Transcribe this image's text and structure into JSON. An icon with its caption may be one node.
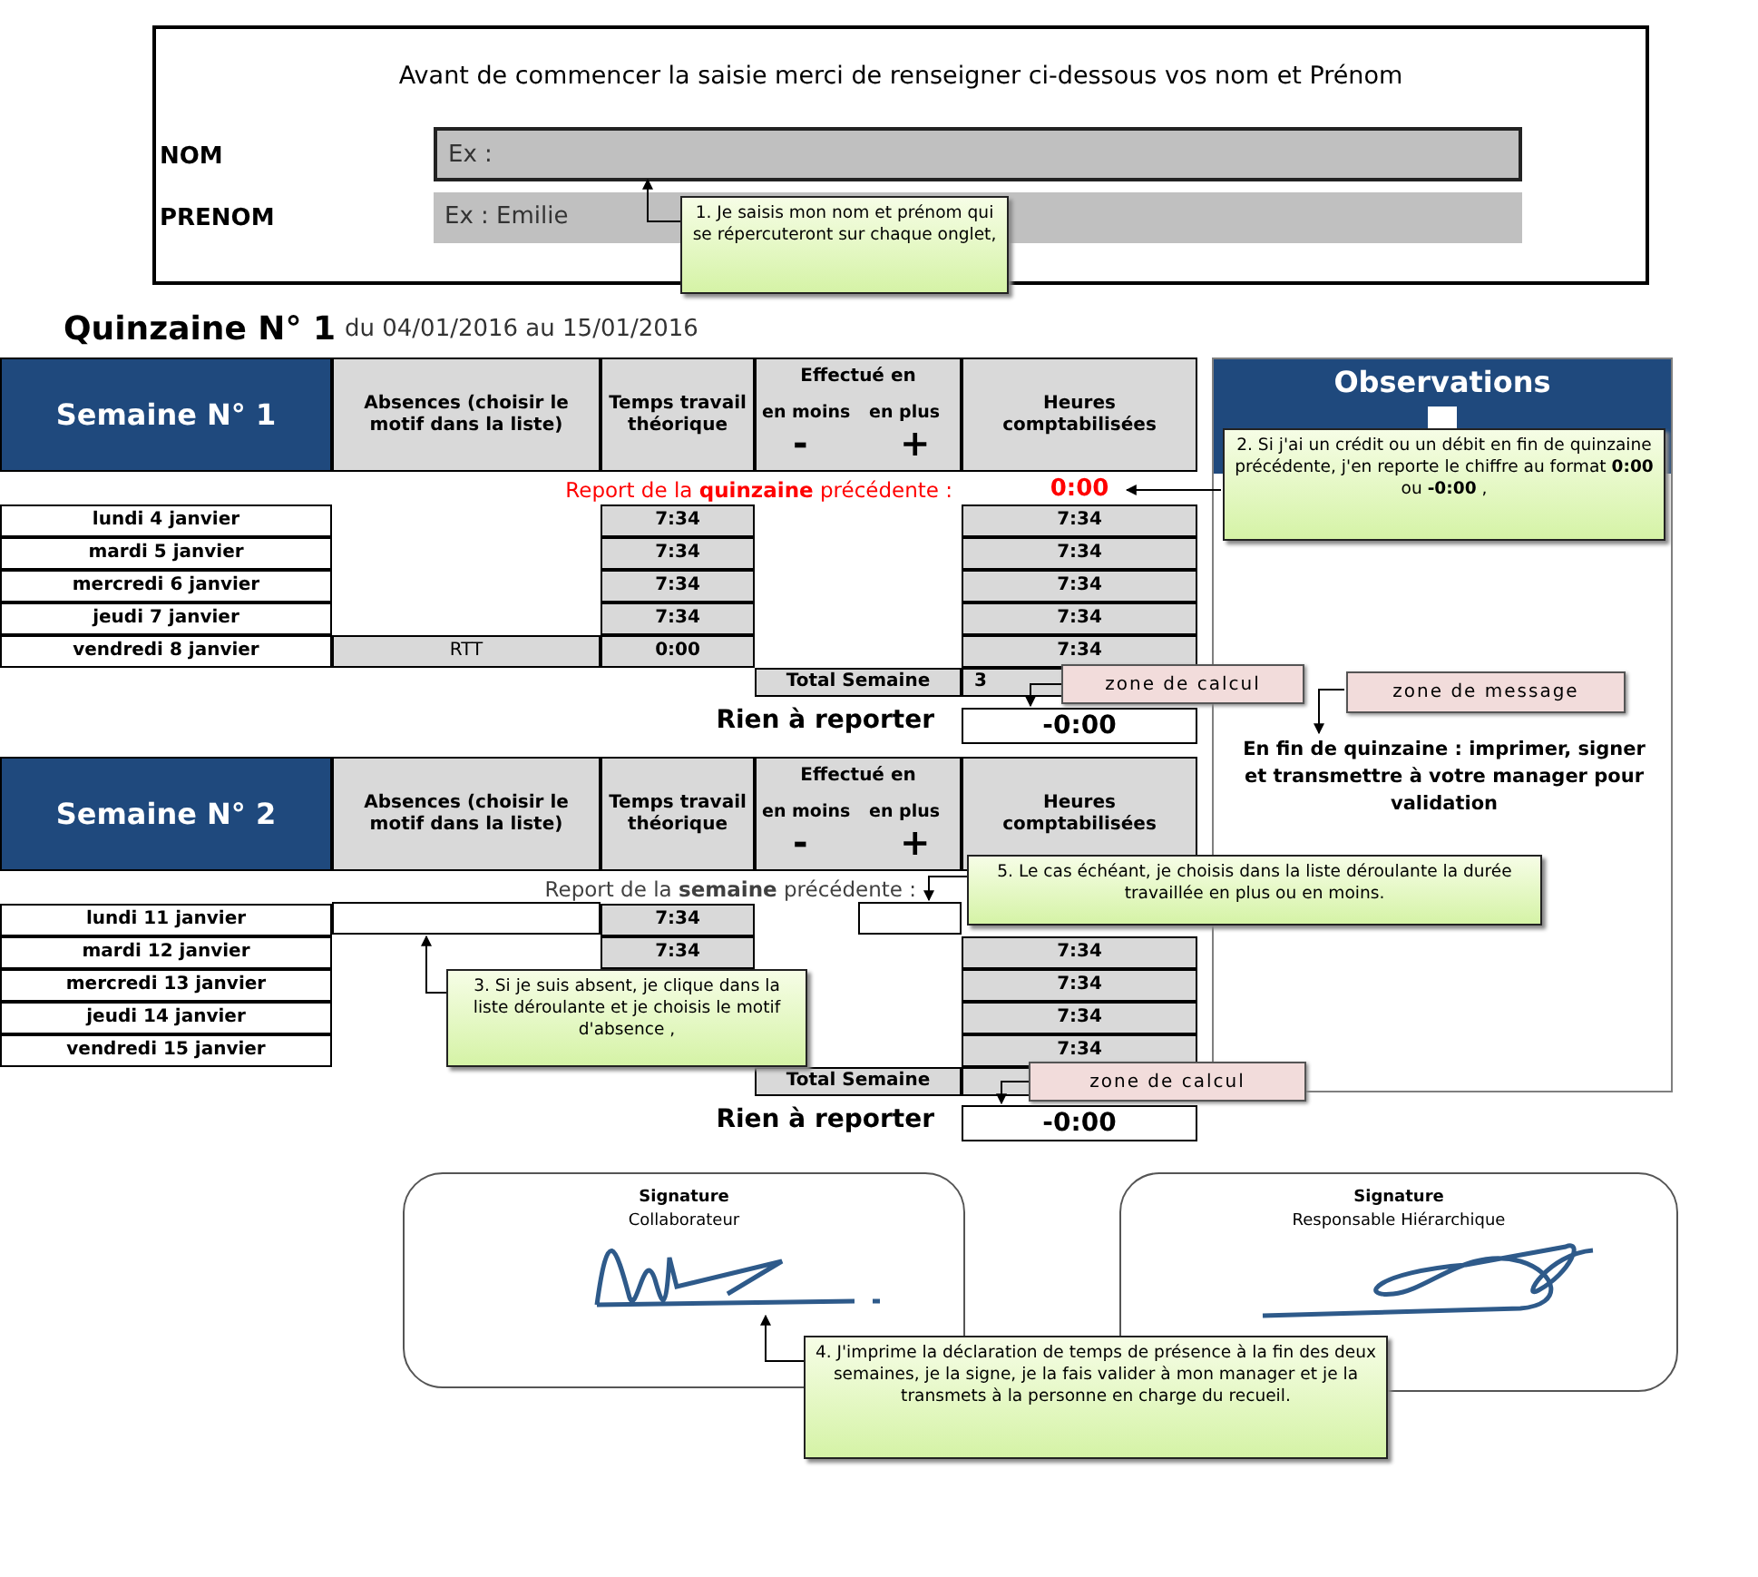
{
  "diagram": {
    "nodes": [
      {
        "text": [
          "Avant de commencer la saisie merci de renseigner ci-dessous vos nom et Prénom"
        ]
      },
      {
        "text": [
          "Ex :"
        ],
        "in": 0
      },
      {
        "text": [
          "Ex : Emilie"
        ],
        "in": 0
      },
      {
        "text": [
          "1. Je saisis mon nom et prénom qui se répercuteront sur chaque onglet,"
        ]
      },
      {
        "text": [
          "0:00"
        ]
      },
      {
        "text": [
          "2. Si j'ai un crédit ou un débit en fin de quinzaine précédente, j'en reporte le chiffre au format **0:00** ou **-0:00** ,"
        ],
        "in": 8
      },
      {
        "text": [
          "-0:00"
        ]
      },
      {
        "text": [
          "zone de calcul"
        ]
      },
      {
        "text": [
          "Observations"
        ]
      },
      {
        "text": [
          "En fin de quinzaine : imprimer, signer et transmettre à votre manager pour validation"
        ],
        "in": 8
      },
      {
        "text": [
          "zone de message"
        ],
        "in": 8
      },
      {
        "text": [],
        "shape": "box"
      },
      {
        "text": [],
        "shape": "box"
      },
      {
        "text": [
          "3. Si je suis absent, je clique dans la liste déroulante et je choisis le motif d'absence ,"
        ]
      },
      {
        "text": [
          "5. Le cas échéant, je choisis dans la liste déroulante la durée travaillée en plus ou en moins."
        ]
      },
      {
        "text": [
          "-0:00"
        ]
      },
      {
        "text": [
          "zone de calcul"
        ]
      },
      {
        "text": [
          "Signature",
          "Collaborateur"
        ]
      },
      {
        "text": [],
        "shape": "picture",
        "in": 17
      },
      {
        "text": [
          "Signature",
          "Responsable Hiérarchique"
        ]
      },
      {
        "text": [
          "4. J'imprime la déclaration de temps de présence à la fin des deux semaines, je la signe, je la fais valider à mon manager et je la transmets à la personne en charge du recueil."
        ]
      }
    ],
    "edges": [
      {
        "from": 3,
        "to": 1,
        "arrow": "to"
      },
      {
        "from": 5,
        "to": 4,
        "arrow": "to"
      },
      {
        "from": 7,
        "to": 6,
        "arrow": "to"
      },
      {
        "from": 10,
        "to": 9,
        "arrow": "to"
      },
      {
        "from": 13,
        "to": 11,
        "arrow": "to"
      },
      {
        "from": 14,
        "to": 12,
        "arrow": "to"
      },
      {
        "from": 16,
        "to": 15,
        "arrow": "to"
      },
      {
        "from": 20,
        "to": 18,
        "arrow": "to"
      }
    ],
    "labels": [
      "NOM",
      "PRENOM",
      "Quinzaine N° 1",
      "du 04/01/2016 au 15/01/2016",
      "Semaine N° 1",
      "Absences (choisir le motif dans la liste)",
      "Temps travail théorique",
      "Effectué en",
      "en moins",
      "en plus",
      "-",
      "+",
      "Heures comptabilisées",
      "Report de la **quinzaine** précédente :",
      "lundi 4 janvier",
      "7:34",
      "7:34",
      "mardi 5 janvier",
      "7:34",
      "7:34",
      "mercredi 6 janvier",
      "7:34",
      "7:34",
      "jeudi 7 janvier",
      "7:34",
      "7:34",
      "vendredi 8 janvier",
      "RTT",
      "0:00",
      "7:34",
      "Total Semaine",
      "3",
      "Rien à reporter",
      "Semaine N° 2",
      "Absences (choisir le motif dans la liste)",
      "Temps travail théorique",
      "Effectué en",
      "en moins",
      "en plus",
      "-",
      "+",
      "Heures comptabilisées",
      "Report de la **semaine** précédente :",
      "lundi 11 janvier",
      "7:34",
      "mardi 12 janvier",
      "7:34",
      "7:34",
      "mercredi 13 janvier",
      "7:34",
      "jeudi 14 janvier",
      "7:34",
      "vendredi 15 janvier",
      "7:34",
      "Total Semaine",
      "Rien à reporter"
    ]
  }
}
